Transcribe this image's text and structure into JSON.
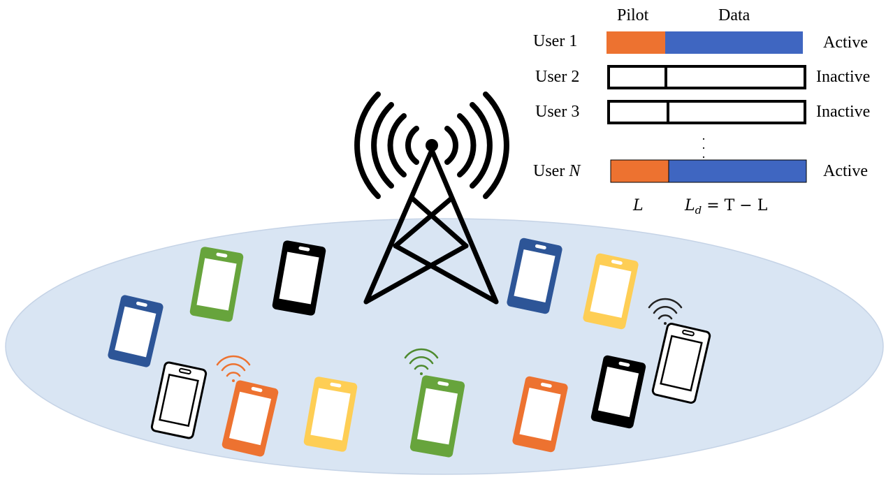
{
  "colors": {
    "pilot_active": "#ED7230",
    "data_active": "#3F66C1",
    "cell": "#D9E5F3",
    "phone_blue": "#2D5597",
    "phone_green": "#67A43C",
    "phone_black": "#000000",
    "phone_yellow": "#FECE55",
    "phone_orange": "#ED7230",
    "phone_white": "#FFFFFF",
    "signal_orange": "#ED7230",
    "signal_green": "#4E8A2E",
    "signal_black": "#222222"
  },
  "frame": {
    "headers": {
      "pilot": "Pilot",
      "data": "Data"
    },
    "users": [
      {
        "name": "User 1",
        "status": "Active",
        "active": true
      },
      {
        "name": "User 2",
        "status": "Inactive",
        "active": false
      },
      {
        "name": "User 3",
        "status": "Inactive",
        "active": false
      },
      {
        "name_prefix": "User ",
        "name_var": "N",
        "status": "Active",
        "active": true
      }
    ],
    "ellipsis": ". . .",
    "bottom_labels": {
      "pilot_len": "L",
      "data_len_var": "L",
      "data_len_sub": "d",
      "data_len_rest": " = T − L"
    }
  },
  "scene": {
    "tower_icon": "cell-tower-icon",
    "phones": [
      {
        "color": "phone_blue"
      },
      {
        "color": "phone_green"
      },
      {
        "color": "phone_black"
      },
      {
        "color": "phone_white"
      },
      {
        "color": "phone_orange"
      },
      {
        "color": "phone_yellow"
      },
      {
        "color": "phone_green"
      },
      {
        "color": "phone_blue"
      },
      {
        "color": "phone_yellow"
      },
      {
        "color": "phone_orange"
      },
      {
        "color": "phone_black"
      },
      {
        "color": "phone_white"
      }
    ],
    "signals": [
      {
        "color": "signal_orange"
      },
      {
        "color": "signal_green"
      },
      {
        "color": "signal_black"
      }
    ]
  }
}
